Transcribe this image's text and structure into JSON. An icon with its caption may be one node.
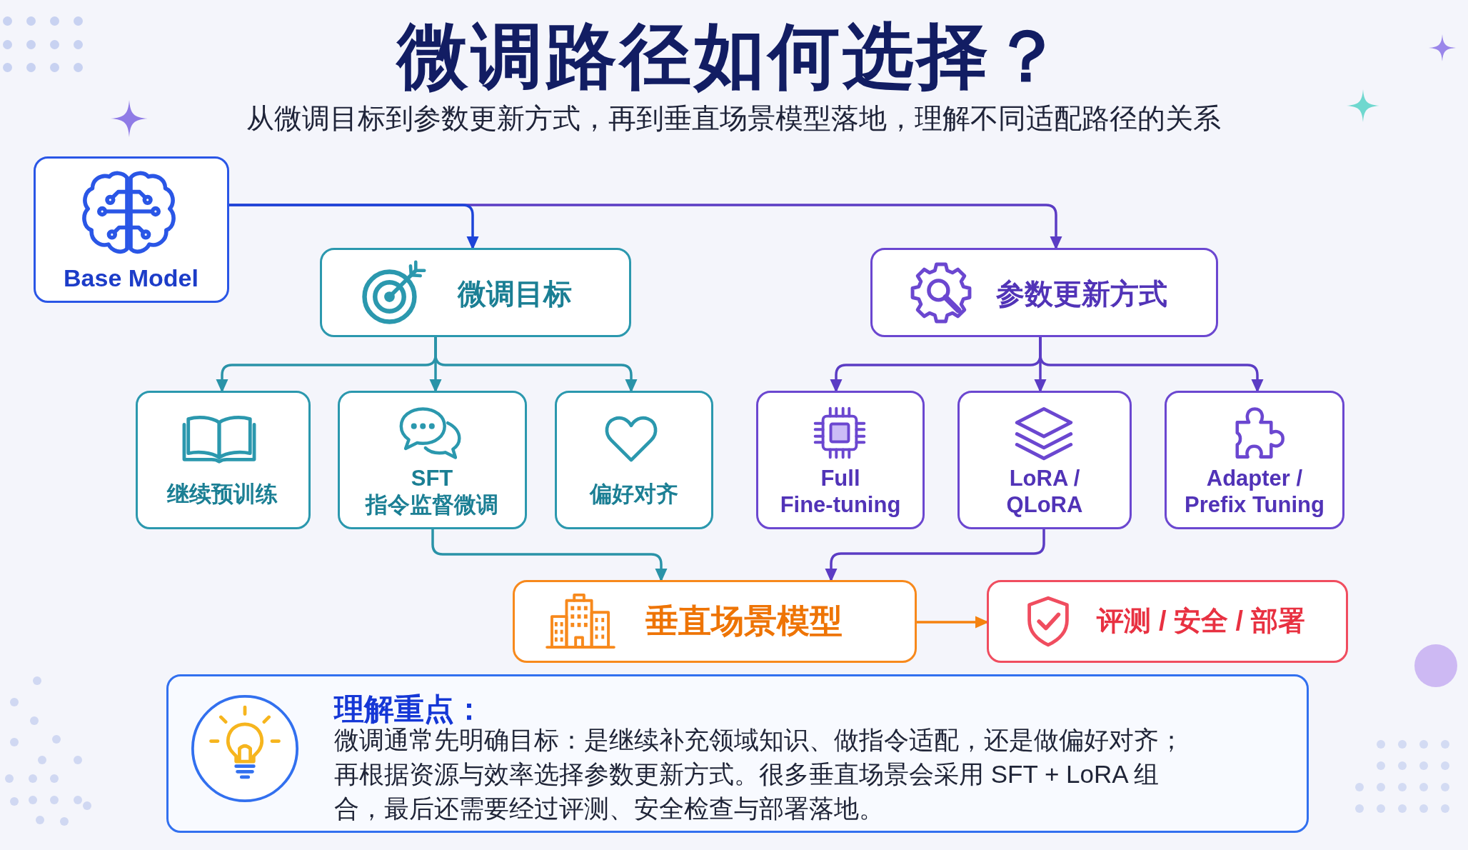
{
  "diagram": {
    "title": "微调路径如何选择？",
    "nodes": [
      {
        "text": [
          "Base Model"
        ]
      },
      {
        "text": [
          "微调目标"
        ]
      },
      {
        "text": [
          "参数更新方式"
        ]
      },
      {
        "text": [
          "继续预训练"
        ]
      },
      {
        "text": [
          "SFT 指令监督微调"
        ]
      },
      {
        "text": [
          "偏好对齐"
        ]
      },
      {
        "text": [
          "Full Fine-tuning"
        ]
      },
      {
        "text": [
          "LoRA / QLoRA"
        ]
      },
      {
        "text": [
          "Adapter / Prefix Tuning"
        ]
      },
      {
        "text": [
          "垂直场景模型"
        ]
      },
      {
        "text": [
          "评测 / 安全 / 部署"
        ]
      },
      {
        "text": [
          "理解重点：",
          "微调通常先明确目标：是继续补充领域知识、做指令适配，还是做偏好对齐；再根据资源与效率选择参数更新方式。很多垂直场景会采用 SFT + LoRA 组合，最后还需要经过评测、安全检查与部署落地。"
        ]
      }
    ],
    "edges": [
      {
        "from": 0,
        "to": 1,
        "arrow": "to",
        "color": "#1d44d8"
      },
      {
        "from": 0,
        "to": 2,
        "arrow": "to"
      },
      {
        "from": 1,
        "to": 3,
        "arrow": "to",
        "color": "#2a93a8"
      },
      {
        "from": 1,
        "to": 4,
        "arrow": "to",
        "color": "#2a93a8"
      },
      {
        "from": 1,
        "to": 5,
        "arrow": "to",
        "color": "#2a93a8"
      },
      {
        "from": 2,
        "to": 6,
        "arrow": "to"
      },
      {
        "from": 2,
        "to": 7,
        "arrow": "to"
      },
      {
        "from": 2,
        "to": 8,
        "arrow": "to"
      },
      {
        "from": 4,
        "to": 9,
        "arrow": "to",
        "color": "#2a93a8"
      },
      {
        "from": 7,
        "to": 9,
        "arrow": "to"
      },
      {
        "from": 9,
        "to": 10,
        "arrow": "to",
        "color": "#f5820f"
      }
    ],
    "labels": [
      "从微调目标到参数更新方式，再到垂直场景模型落地，理解不同适配路径的关系"
    ]
  }
}
